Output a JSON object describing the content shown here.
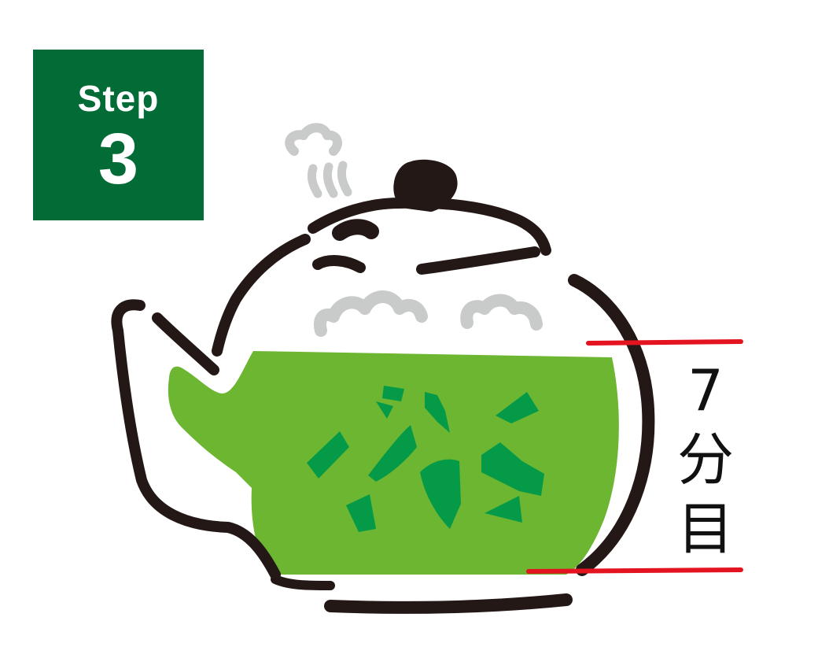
{
  "step": {
    "label": "Step",
    "number": "3",
    "box_color": "#036b35"
  },
  "fill_level": {
    "chars": [
      "7",
      "分",
      "目"
    ],
    "fraction": 0.7,
    "marker_color": "#e3131f"
  },
  "colors": {
    "tea": "#6cb631",
    "leaf": "#049a48",
    "outline": "#231815",
    "steam": "#c9caca",
    "text": "#111111"
  },
  "icons": {
    "pot": "teapot-icon",
    "steam": "steam-icon",
    "leaves": "tea-leaf-icon"
  }
}
